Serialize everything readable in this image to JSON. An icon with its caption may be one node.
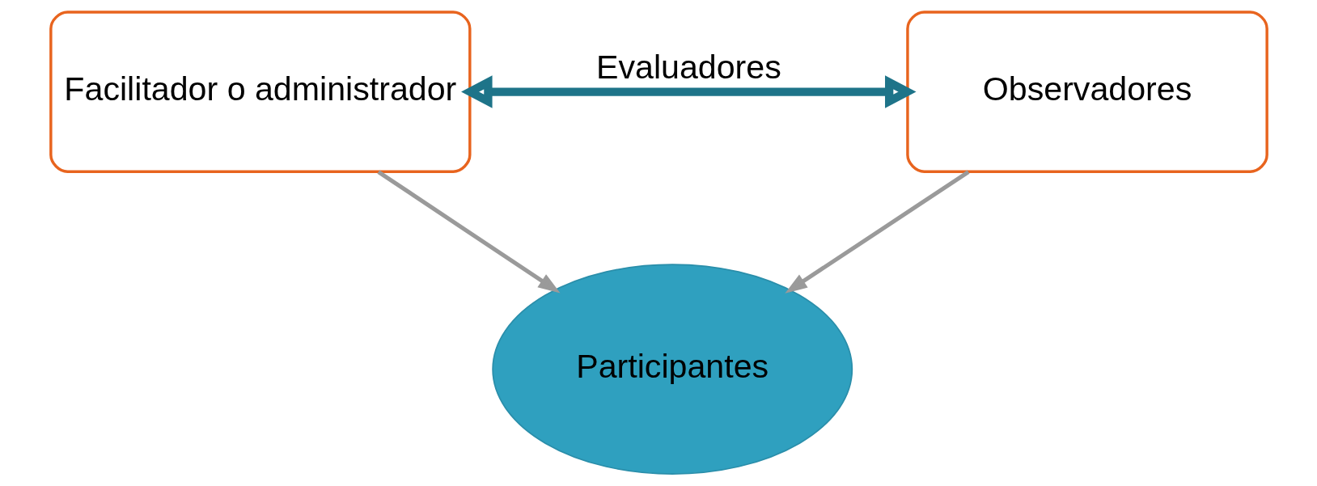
{
  "diagram": {
    "nodes": [
      {
        "text": [
          "Facilitador o administrador"
        ]
      },
      {
        "text": [
          "Observadores"
        ]
      },
      {
        "text": [
          "Participantes"
        ]
      }
    ],
    "edges": [
      {
        "from": 0,
        "to": 1,
        "arrow": "both",
        "label": "Evaluadores",
        "style": "thick",
        "color": "#1e7489"
      },
      {
        "from": 0,
        "to": 2,
        "arrow": "to"
      },
      {
        "from": 1,
        "to": 2,
        "arrow": "to"
      }
    ]
  }
}
